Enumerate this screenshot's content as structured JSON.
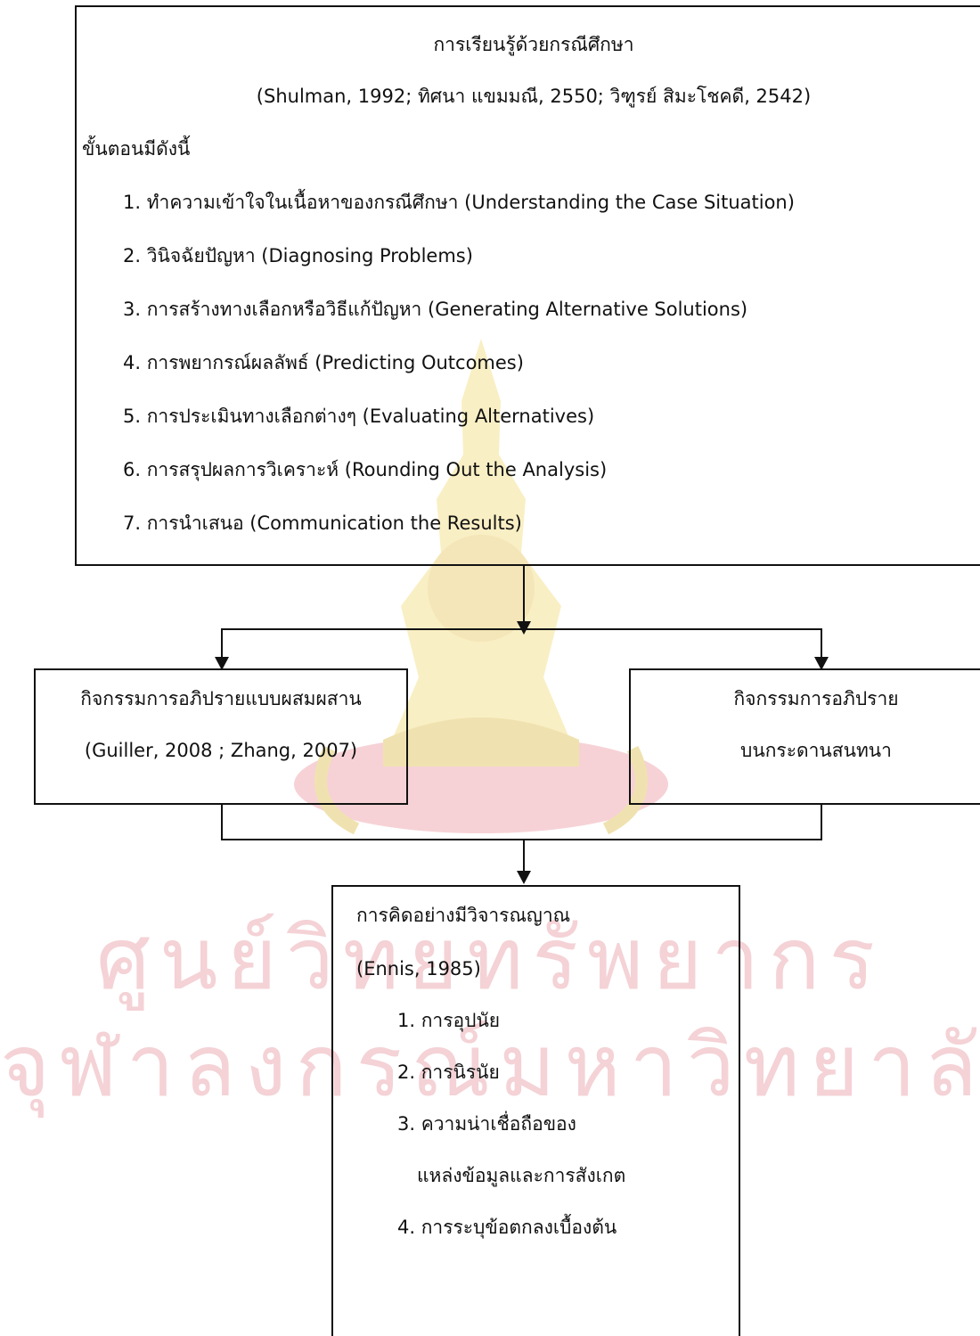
{
  "watermark": {
    "line1": "ศูนย์วิทยทรัพยากร",
    "line2": "จุฬาลงกรณ์มหาวิทยาลัย"
  },
  "top_box": {
    "title": "การเรียนรู้ด้วยกรณีศึกษา",
    "citation": "(Shulman, 1992; ทิศนา แขมมณี, 2550; วิฑูรย์ สิมะโชคดี, 2542)",
    "intro": "ขั้นตอนมีดังนี้",
    "steps": [
      "1. ทำความเข้าใจในเนื้อหาของกรณีศึกษา (Understanding the Case Situation)",
      "2. วินิจฉัยปัญหา (Diagnosing Problems)",
      "3. การสร้างทางเลือกหรือวิธีแก้ปัญหา (Generating Alternative Solutions)",
      "4. การพยากรณ์ผลลัพธ์ (Predicting Outcomes)",
      "5. การประเมินทางเลือกต่างๆ (Evaluating Alternatives)",
      "6. การสรุปผลการวิเคราะห์ (Rounding Out the Analysis)",
      "7. การนำเสนอ (Communication the Results)"
    ]
  },
  "left_box": {
    "line1": "กิจกรรมการอภิปรายแบบผสมผสาน",
    "line2": "(Guiller, 2008 ; Zhang, 2007)"
  },
  "right_box": {
    "line1": "กิจกรรมการอภิปราย",
    "line2": "บนกระดานสนทนา"
  },
  "bottom_box": {
    "title": "การคิดอย่างมีวิจารณญาณ",
    "citation": "(Ennis, 1985)",
    "items": [
      "1. การอุปนัย",
      "2. การนิรนัย",
      "3. ความน่าเชื่อถือของ",
      "แหล่งข้อมูลและการสังเกต",
      "4. การระบุข้อตกลงเบื้องต้น"
    ]
  }
}
